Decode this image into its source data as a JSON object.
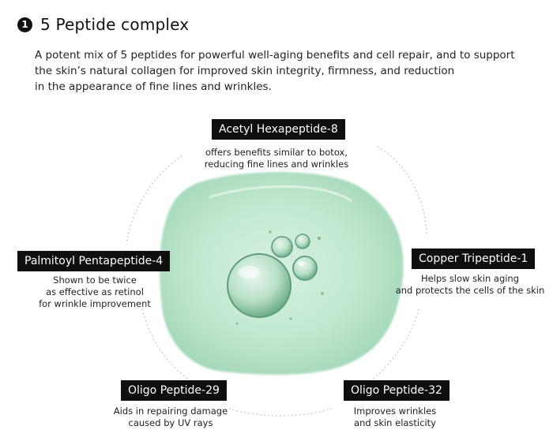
{
  "header": {
    "number": "1",
    "title": "5 Peptide complex"
  },
  "intro": {
    "lines": [
      "A potent mix of 5 peptides for powerful well-aging benefits and cell repair, and to support",
      "the skin’s natural collagen for improved skin integrity, firmness, and reduction",
      "in the appearance of fine lines and wrinkles."
    ]
  },
  "peptides": [
    {
      "name": "Acetyl Hexapeptide-8",
      "lines": [
        "offers benefits similar to botox,",
        "reducing fine lines and wrinkles"
      ]
    },
    {
      "name": "Palmitoyl Pentapeptide-4",
      "lines": [
        "Shown to be twice",
        "as effective as retinol",
        "for wrinkle improvement"
      ]
    },
    {
      "name": "Copper Tripeptide-1",
      "lines": [
        "Helps slow skin aging",
        "and protects the cells of the skin"
      ]
    },
    {
      "name": "Oligo Peptide-29",
      "lines": [
        "Aids in repairing damage",
        "caused by UV rays"
      ]
    },
    {
      "name": "Oligo Peptide-32",
      "lines": [
        "Improves wrinkles",
        "and skin elasticity"
      ]
    }
  ],
  "colors": {
    "gel": "#bfe6cf",
    "label_bg": "#0f0f0f",
    "label_text": "#ffffff"
  }
}
